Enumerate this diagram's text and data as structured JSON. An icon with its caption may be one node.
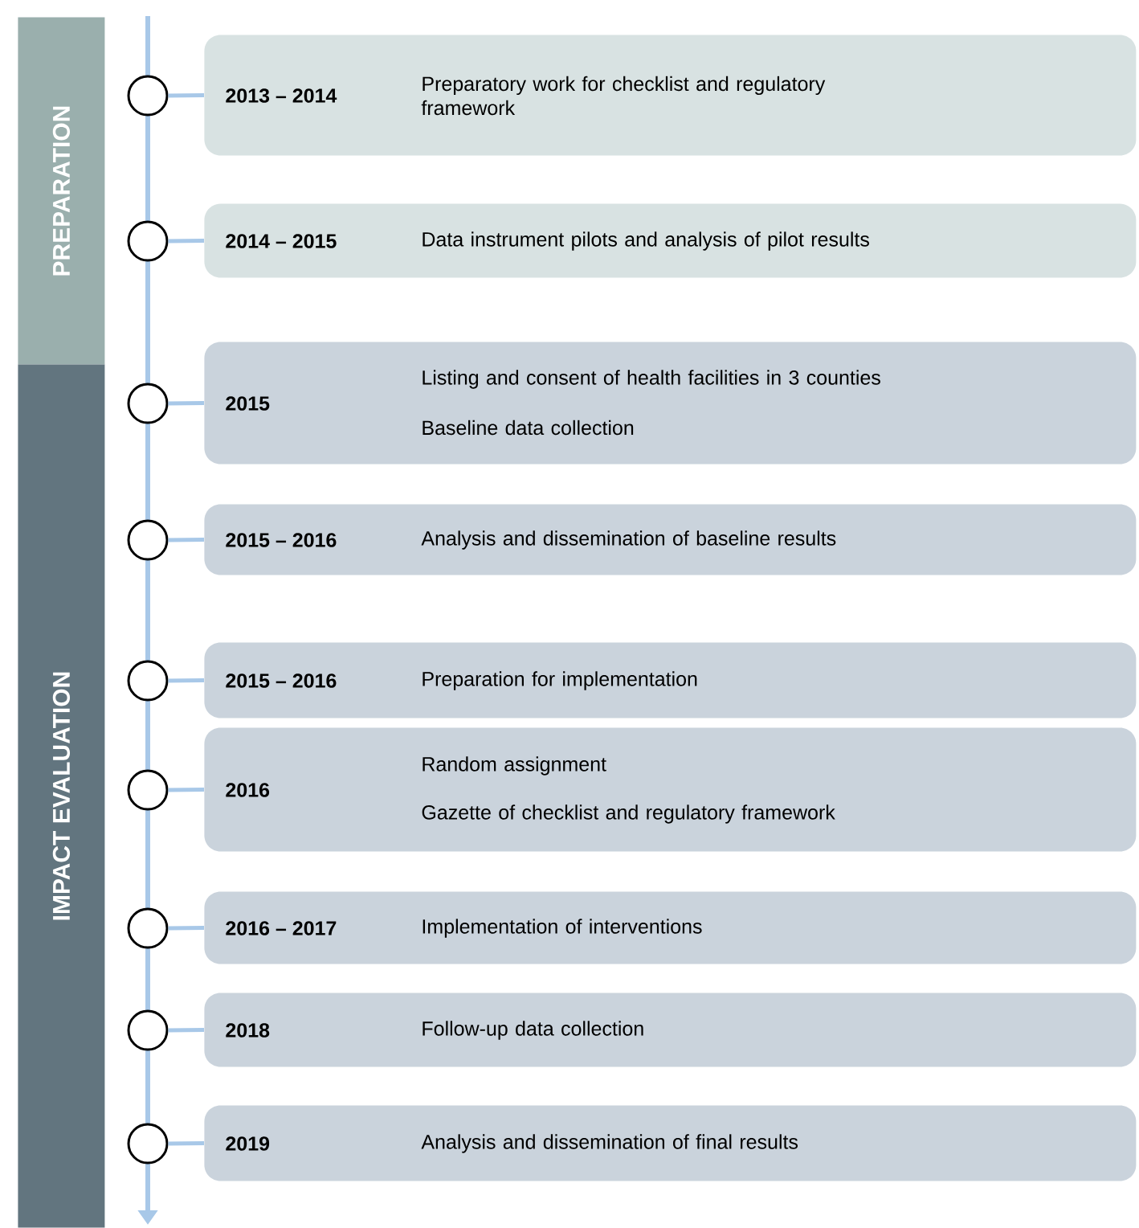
{
  "diagram": {
    "nodes": [
      {
        "text": [
          "PREPARATION"
        ]
      },
      {
        "text": [
          "IMPACT EVALUATION"
        ]
      },
      {
        "text": [
          "2013 – 2014",
          "Preparatory work for checklist and regulatory framework"
        ]
      },
      {
        "text": [
          "2014 – 2015",
          "Data instrument pilots and analysis of pilot results"
        ]
      },
      {
        "text": [
          "2015",
          "Listing and consent of health facilities in 3 counties",
          "Baseline data collection"
        ]
      },
      {
        "text": [
          "2015 – 2016",
          "Analysis and dissemination of baseline results"
        ]
      },
      {
        "text": [
          "2015 – 2016",
          "Preparation for implementation"
        ]
      },
      {
        "text": [
          "2016",
          "Random assignment",
          "Gazette of checklist and regulatory framework"
        ]
      },
      {
        "text": [
          "2016 – 2017",
          "Implementation of interventions"
        ]
      },
      {
        "text": [
          "2018",
          "Follow-up data collection"
        ]
      },
      {
        "text": [
          "2019",
          "Analysis and dissemination of final results"
        ]
      },
      {
        "text": [],
        "shape": "circle"
      },
      {
        "text": [],
        "shape": "circle"
      },
      {
        "text": [],
        "shape": "circle"
      },
      {
        "text": [],
        "shape": "circle"
      },
      {
        "text": [],
        "shape": "circle"
      },
      {
        "text": [],
        "shape": "circle"
      },
      {
        "text": [],
        "shape": "circle"
      },
      {
        "text": [],
        "shape": "circle"
      },
      {
        "text": [],
        "shape": "circle"
      }
    ],
    "edges": [
      {
        "from": 11,
        "to": 2,
        "arrow": "none"
      },
      {
        "from": 12,
        "to": 3,
        "arrow": "none"
      },
      {
        "from": 13,
        "to": 4,
        "arrow": "none"
      },
      {
        "from": 14,
        "to": 5,
        "arrow": "none"
      },
      {
        "from": 15,
        "to": 6,
        "arrow": "none"
      },
      {
        "from": 16,
        "to": 7,
        "arrow": "none"
      },
      {
        "from": 17,
        "to": 8,
        "arrow": "none"
      },
      {
        "from": 18,
        "to": 9,
        "arrow": "none"
      },
      {
        "from": 19,
        "to": 10,
        "arrow": "none"
      }
    ]
  }
}
